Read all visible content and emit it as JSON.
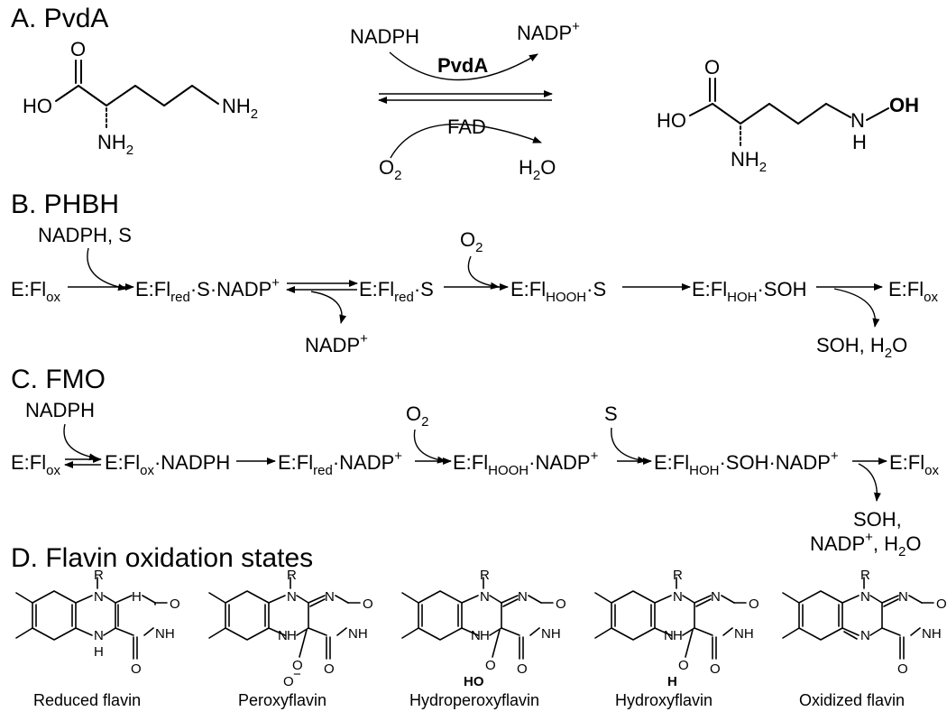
{
  "sections": {
    "a": "A. PvdA",
    "b": "B. PHBH",
    "c": "C. FMO",
    "d": "D. Flavin oxidation states"
  },
  "pvda": {
    "ho": "HO",
    "o": "O",
    "nh2": "NH",
    "nh2_sub": "2",
    "nh": "NH",
    "nh_sub": "2",
    "oh": "OH",
    "n": "N",
    "h": "H",
    "nadph": "NADPH",
    "nadp": "NADP",
    "plus": "+",
    "enzyme": "PvdA",
    "fad": "FAD",
    "o2": "O",
    "o2_sub": "2",
    "h2o_h": "H",
    "h2o_sub": "2",
    "h2o_o": "O"
  },
  "phbh": {
    "input": "NADPH, S",
    "o2": "O",
    "o2_sub": "2",
    "e_fl": "E:Fl",
    "ox": "ox",
    "red": "red",
    "hooh": "HOOH",
    "hoh": "HOH",
    "s_nadp": "·S·NADP",
    "plus": "+",
    "dot_s": "·S",
    "dot_soh": "·SOH",
    "out1": "NADP",
    "out2a": "SOH, H",
    "out2b": "O",
    "sub2": "2"
  },
  "fmo": {
    "input": "NADPH",
    "o2": "O",
    "o2_sub": "2",
    "s": "S",
    "e_fl": "E:Fl",
    "ox": "ox",
    "red": "red",
    "hooh": "HOOH",
    "hoh": "HOH",
    "nadph_dot": "·NADPH",
    "nadp_dot": "·NADP",
    "soh_nadp": "·SOH·NADP",
    "plus": "+",
    "out1": "SOH,",
    "out2a": "NADP",
    "out2b": ", H",
    "out2c": "O",
    "sub2": "2"
  },
  "flavins": {
    "atoms": {
      "n": "N",
      "nh": "NH",
      "h": "H",
      "o": "O",
      "r": "R",
      "oo_minus": "−",
      "ho": "HO",
      "oh_h": "H"
    },
    "captions": [
      "Reduced flavin",
      "Peroxyflavin",
      "Hydroperoxyflavin",
      "Hydroxyflavin",
      "Oxidized flavin"
    ]
  }
}
